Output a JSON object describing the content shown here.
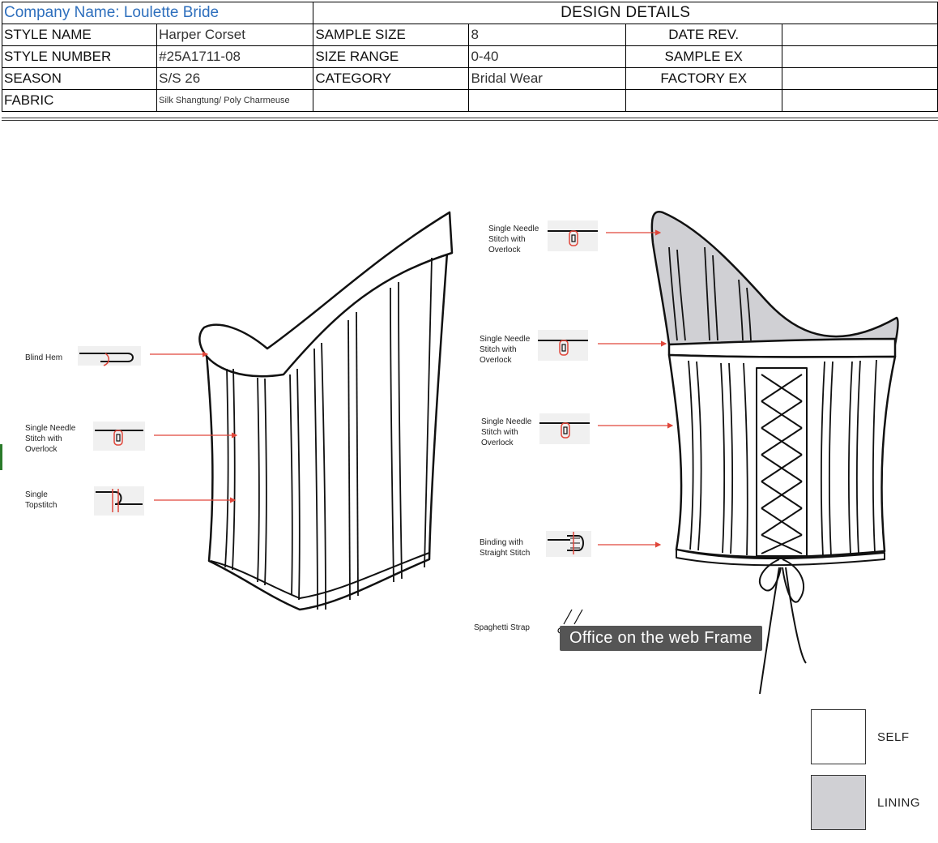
{
  "header": {
    "company": "Company Name: Loulette Bride",
    "title": "DESIGN DETAILS",
    "rows": [
      {
        "l1": "STYLE NAME",
        "v1": "Harper Corset",
        "l2": "SAMPLE SIZE",
        "v2": "8",
        "l3": "DATE REV.",
        "v3": ""
      },
      {
        "l1": "STYLE NUMBER",
        "v1": "#25A1711-08",
        "l2": "SIZE RANGE",
        "v2": "0-40",
        "l3": "SAMPLE EX",
        "v3": ""
      },
      {
        "l1": "SEASON",
        "v1": "S/S 26",
        "l2": "CATEGORY",
        "v2": "Bridal Wear",
        "l3": "FACTORY EX",
        "v3": ""
      },
      {
        "l1": "FABRIC",
        "v1": "Silk Shangtung/ Poly Charmeuse",
        "l2": "",
        "v2": "",
        "l3": "",
        "v3": ""
      }
    ]
  },
  "front_callouts": {
    "blind_hem": "Blind Hem",
    "single_needle": "Single Needle\nStitch with\nOverlock",
    "topstitch": "Single\nTopstitch"
  },
  "back_callouts": {
    "top": "Single Needle\nStitch with\nOverlock",
    "mid1": "Single Needle\nStitch with\nOverlock",
    "mid2": "Single Needle\nStitch with\nOverlock",
    "binding": "Binding with\nStraight Stitch",
    "strap": "Spaghetti Strap"
  },
  "tooltip": "Office on the web Frame",
  "legend": {
    "self": "SELF",
    "lining": "LINING",
    "self_color": "#ffffff",
    "lining_color": "#d0d0d4"
  },
  "colors": {
    "arrow": "#e0463a",
    "company_text": "#2e6fbd"
  },
  "icons": [
    "blind-hem-icon",
    "single-needle-overlock-icon",
    "topstitch-icon",
    "binding-icon",
    "spaghetti-strap-icon"
  ]
}
